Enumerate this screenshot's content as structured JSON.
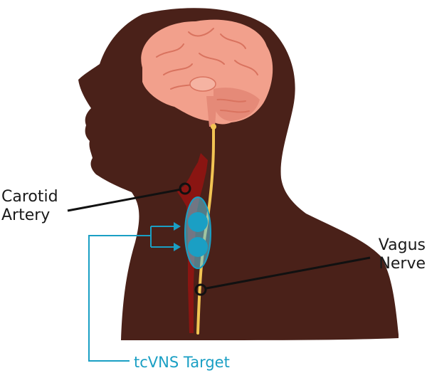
{
  "labels": {
    "carotid_line1": "Carotid",
    "carotid_line2": "Artery",
    "vagus_line1": "Vagus",
    "vagus_line2": "Nerve",
    "target": "tcVNS Target"
  },
  "colors": {
    "head": "#4a2119",
    "brain": "#f2a08c",
    "brain_shade": "#e58a78",
    "artery": "#8a1512",
    "nerve": "#f2c453",
    "target": "#1a9fc4",
    "target_fill": "#5fc6e0",
    "line": "#111111"
  },
  "icons": {
    "head": "head-silhouette-icon",
    "brain": "brain-icon",
    "artery": "carotid-artery-icon",
    "nerve": "vagus-nerve-icon",
    "target": "stimulation-target-icon"
  }
}
